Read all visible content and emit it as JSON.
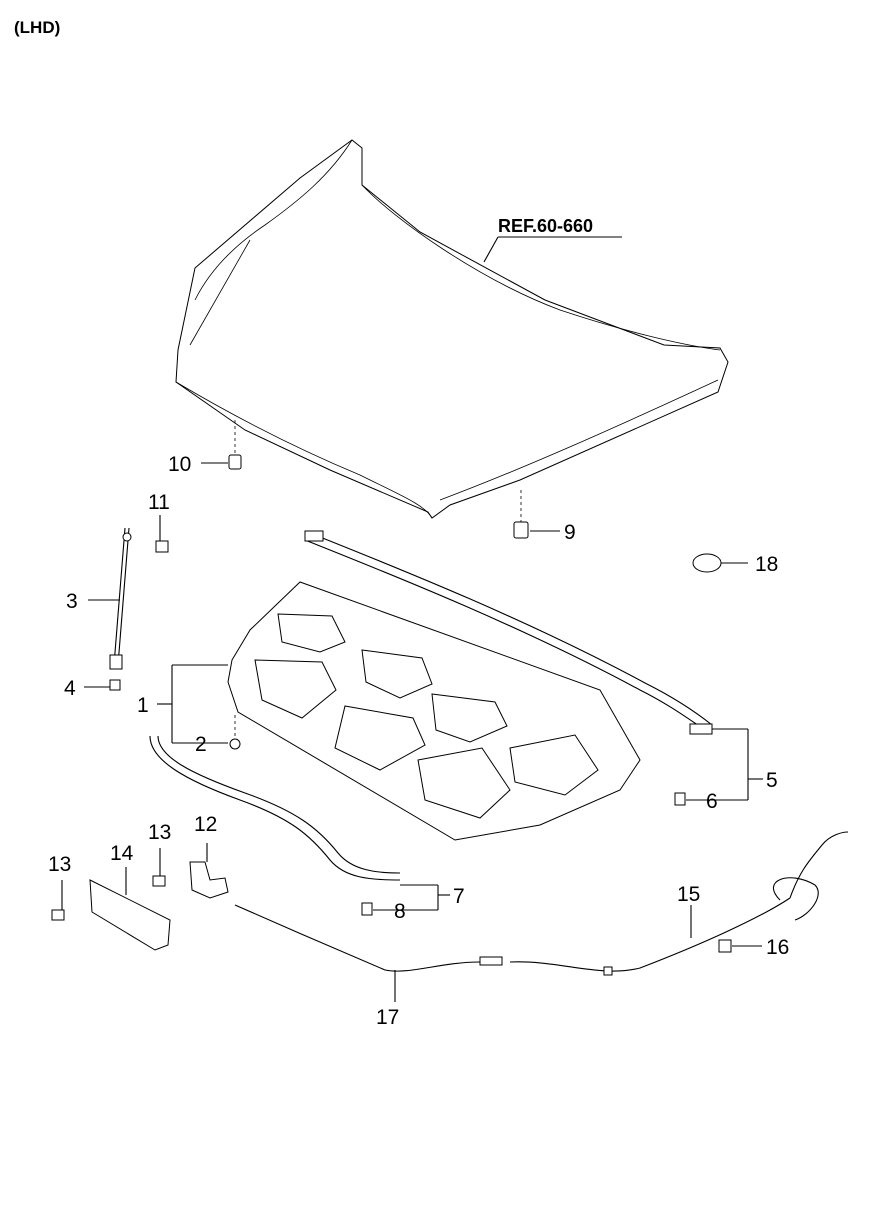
{
  "header": {
    "variant": "(LHD)"
  },
  "reference": {
    "text": "REF.60-660"
  },
  "callouts": {
    "c1": "1",
    "c2": "2",
    "c3": "3",
    "c4": "4",
    "c5": "5",
    "c6": "6",
    "c7": "7",
    "c8": "8",
    "c9": "9",
    "c10": "10",
    "c11": "11",
    "c12": "12",
    "c13a": "13",
    "c13b": "13",
    "c14": "14",
    "c15": "15",
    "c16": "16",
    "c17": "17",
    "c18": "18"
  }
}
